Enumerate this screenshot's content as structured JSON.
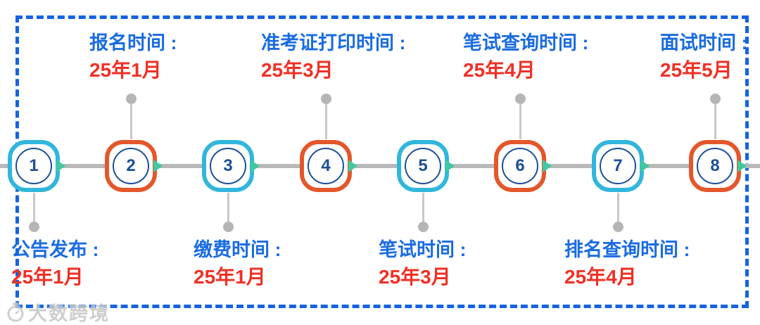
{
  "timeline": {
    "nodes": [
      {
        "number": "1",
        "ring": "cyan",
        "label": "公告发布 :",
        "date": "25年1月",
        "label_position": "below"
      },
      {
        "number": "2",
        "ring": "orange",
        "label": "报名时间 :",
        "date": "25年1月",
        "label_position": "above"
      },
      {
        "number": "3",
        "ring": "cyan",
        "label": "缴费时间 :",
        "date": "25年1月",
        "label_position": "below"
      },
      {
        "number": "4",
        "ring": "orange",
        "label": "准考证打印时间 :",
        "date": "25年3月",
        "label_position": "above"
      },
      {
        "number": "5",
        "ring": "cyan",
        "label": "笔试时间 :",
        "date": "25年3月",
        "label_position": "below"
      },
      {
        "number": "6",
        "ring": "orange",
        "label": "笔试查询时间 :",
        "date": "25年4月",
        "label_position": "above"
      },
      {
        "number": "7",
        "ring": "cyan",
        "label": "排名查询时间 :",
        "date": "25年4月",
        "label_position": "below"
      },
      {
        "number": "8",
        "ring": "orange",
        "label": "面试时间 :",
        "date": "25年5月",
        "label_position": "above"
      }
    ],
    "colors": {
      "frame_dashed_blue": "#1463e0",
      "label_blue": "#1a6ce0",
      "date_red": "#ee3126",
      "ring_cyan": "#31b6dc",
      "ring_orange": "#e4572b",
      "number_navy": "#1d4f96",
      "axis_gray": "#b9b9b9",
      "arrow_teal": "#41c8a2"
    }
  },
  "watermark": {
    "icon": "clock-logo-icon",
    "text": "大数跨境"
  }
}
